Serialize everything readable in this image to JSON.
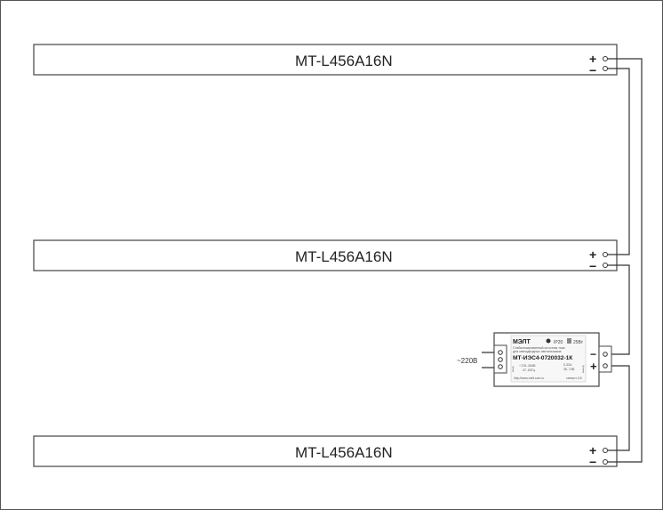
{
  "lamps": [
    {
      "label": "MT-L456A16N",
      "plus": "+",
      "minus": "−"
    },
    {
      "label": "MT-L456A16N",
      "plus": "+",
      "minus": "−"
    },
    {
      "label": "MT-L456A16N",
      "plus": "+",
      "minus": "−"
    }
  ],
  "driver": {
    "brand": "МЭЛТ",
    "ip": "IP20",
    "power": "25Вт",
    "description_1": "Стабилизированный источник тока",
    "description_2": "для светодиодных светильников",
    "model": "МТ-ИЭС4-0720032-1К",
    "input_spec_1": "~176..264В",
    "input_spec_2": "47..63Гц",
    "input_side_label": "вход",
    "output_spec_1": "0,32А",
    "output_spec_2": "36..74В",
    "output_side_label": "выход",
    "url": "http://www.melt.com.ru",
    "version": "сxeмa v.0.8",
    "output_minus": "−",
    "output_plus": "+"
  },
  "supply_label": "~220В"
}
